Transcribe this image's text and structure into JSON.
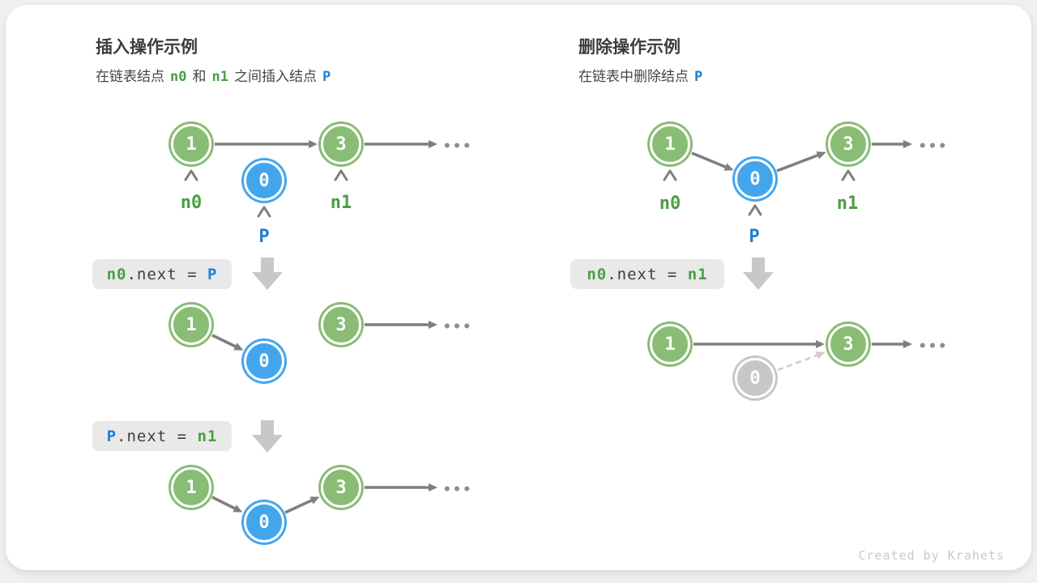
{
  "left_panel": {
    "title": "插入操作示例",
    "subtitle": {
      "part1": "在链表结点",
      "n0": "n0",
      "part2": "和",
      "n1": "n1",
      "part3": "之间插入结点",
      "p": "P"
    },
    "code_step1": {
      "lhs": "n0",
      "mid": ".next = ",
      "rhs": "P"
    },
    "code_step2": {
      "lhs": "P",
      "mid": ".next = ",
      "rhs": "n1"
    }
  },
  "right_panel": {
    "title": "删除操作示例",
    "subtitle": {
      "part1": "在链表中删除结点",
      "p": "P"
    },
    "code_step1": {
      "lhs": "n0",
      "mid": ".next = ",
      "rhs": "n1"
    }
  },
  "node_values": {
    "first": "1",
    "inserted": "0",
    "second": "3"
  },
  "pointer_labels": {
    "n0": "n0",
    "n1": "n1",
    "p": "P"
  },
  "ellipsis": "•••",
  "footer": "Created by Krahets",
  "colors": {
    "green_text": "#4a9e42",
    "blue_text": "#1c7fd6",
    "node_green": "#89bc74",
    "node_blue": "#43a6ed",
    "node_gray": "#c7c7c7",
    "arrow_gray": "#7e7e7e",
    "dashed_arrow": "#cdcdcd",
    "code_box_bg": "#e9e9ea",
    "block_arrow": "#c8c8c8"
  }
}
